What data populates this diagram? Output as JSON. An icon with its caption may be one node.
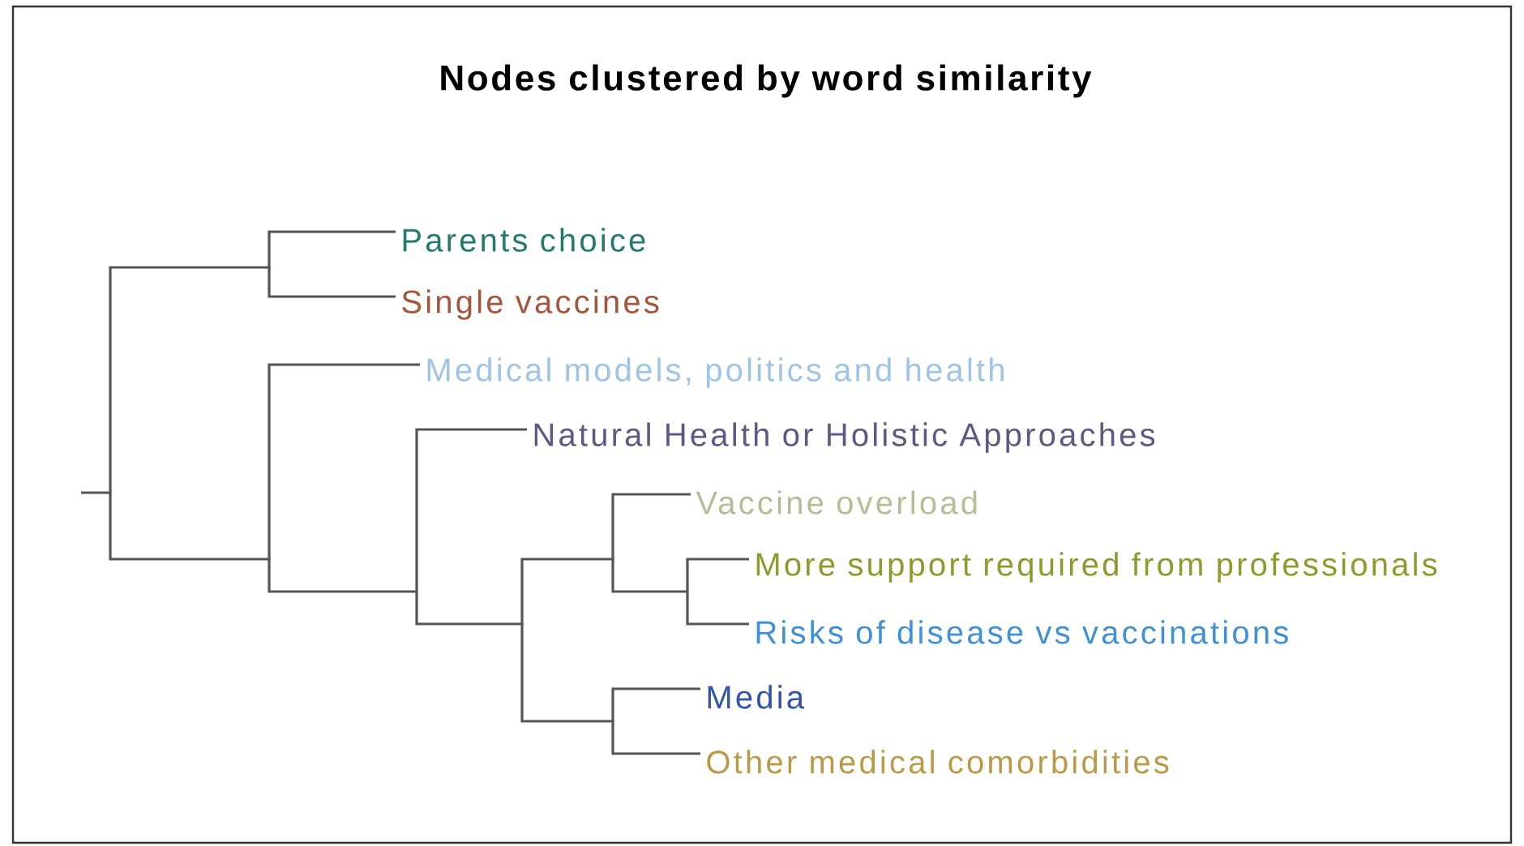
{
  "diagram": {
    "title": "Nodes clustered by word similarity",
    "nodes": [
      {
        "text": [
          "Parents choice"
        ]
      },
      {
        "text": [
          "Single vaccines"
        ]
      },
      {
        "text": [
          "Medical models, politics and health"
        ]
      },
      {
        "text": [
          "Natural Health or Holistic Approaches"
        ]
      },
      {
        "text": [
          "Vaccine overload"
        ]
      },
      {
        "text": [
          "More support required from professionals"
        ]
      },
      {
        "text": [
          "Risks of disease vs vaccinations"
        ]
      },
      {
        "text": [
          "Media"
        ]
      },
      {
        "text": [
          "Other medical comorbidities"
        ]
      },
      {
        "text": [],
        "shape": "point"
      },
      {
        "text": [],
        "shape": "point"
      },
      {
        "text": [],
        "shape": "point"
      },
      {
        "text": [],
        "shape": "point"
      },
      {
        "text": [],
        "shape": "point"
      },
      {
        "text": [],
        "shape": "point"
      },
      {
        "text": [],
        "shape": "point"
      },
      {
        "text": [],
        "shape": "point"
      }
    ],
    "edges": [
      {
        "from": 9,
        "to": 10,
        "arrow": "none"
      },
      {
        "from": 9,
        "to": 11,
        "arrow": "none"
      },
      {
        "from": 10,
        "to": 0,
        "arrow": "none"
      },
      {
        "from": 10,
        "to": 1,
        "arrow": "none"
      },
      {
        "from": 11,
        "to": 2,
        "arrow": "none"
      },
      {
        "from": 11,
        "to": 12,
        "arrow": "none"
      },
      {
        "from": 12,
        "to": 3,
        "arrow": "none"
      },
      {
        "from": 12,
        "to": 13,
        "arrow": "none"
      },
      {
        "from": 13,
        "to": 14,
        "arrow": "none"
      },
      {
        "from": 13,
        "to": 16,
        "arrow": "none"
      },
      {
        "from": 14,
        "to": 4,
        "arrow": "none"
      },
      {
        "from": 14,
        "to": 15,
        "arrow": "none"
      },
      {
        "from": 15,
        "to": 5,
        "arrow": "none"
      },
      {
        "from": 15,
        "to": 6,
        "arrow": "none"
      },
      {
        "from": 16,
        "to": 7,
        "arrow": "none"
      },
      {
        "from": 16,
        "to": 8,
        "arrow": "none"
      }
    ]
  }
}
